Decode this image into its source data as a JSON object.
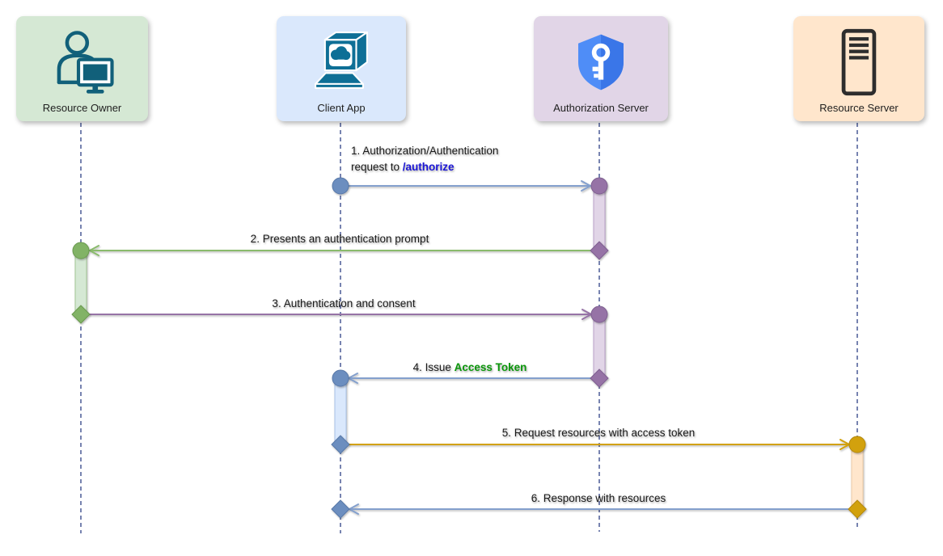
{
  "diagram_type": "oauth-sequence-diagram",
  "actors": [
    {
      "label": "Resource Owner",
      "icon": "person-monitor-icon",
      "bg_color": "#d5e8d4",
      "icon_color": "#11607a"
    },
    {
      "label": "Client App",
      "icon": "terminal-cloud-icon",
      "bg_color": "#dae8fc",
      "icon_color": "#0e6f96"
    },
    {
      "label": "Authorization Server",
      "icon": "shield-key-icon",
      "bg_color": "#e1d5e7",
      "icon_color": "#4285f4"
    },
    {
      "label": "Resource Server",
      "icon": "server-icon",
      "bg_color": "#ffe6cc",
      "icon_color": "#2d2d2d"
    }
  ],
  "messages": [
    {
      "seq": "1",
      "line1": "1. Authorization/Authentication",
      "line2_prefix": "request to ",
      "highlight": "/authorize",
      "highlight_color": "#1b15d6",
      "from": "Client App",
      "to": "Authorization Server",
      "arrow_color": "#6c8ebf"
    },
    {
      "seq": "2",
      "text": "2. Presents an authentication prompt",
      "from": "Authorization Server",
      "to": "Resource Owner",
      "arrow_color": "#82b366"
    },
    {
      "seq": "3",
      "text": "3. Authentication and consent",
      "from": "Resource Owner",
      "to": "Authorization Server",
      "arrow_color": "#9673a6"
    },
    {
      "seq": "4",
      "text_prefix": "4. Issue ",
      "highlight": "Access Token",
      "highlight_color": "#0b970b",
      "from": "Authorization Server",
      "to": "Client App",
      "arrow_color": "#84a0cd"
    },
    {
      "seq": "5",
      "text": "5. Request resources with access token",
      "from": "Client App",
      "to": "Resource Server",
      "arrow_color": "#d2a10e"
    },
    {
      "seq": "6",
      "text": "6. Response with resources",
      "from": "Resource Server",
      "to": "Client App",
      "arrow_color": "#84a0cd"
    }
  ],
  "marker_colors": {
    "blue": "#6c8ebf",
    "purple": "#9673a6",
    "green": "#82b366",
    "gold": "#d2a10e"
  }
}
